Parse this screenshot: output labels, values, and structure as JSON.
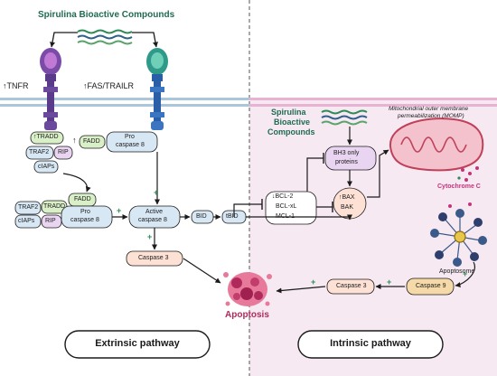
{
  "diagram": {
    "title_left": "Spirulina Bioactive Compounds",
    "title_right_line1": "Spirulina",
    "title_right_line2": "Bioactive",
    "title_right_line3": "Compounds",
    "receptor_left": "↑TNFR",
    "receptor_right": "↑FAS/TRAILR",
    "tradd_top": "↑TRADD",
    "traf2_top": "TRAF2",
    "rip_top": "RIP",
    "ciaps_top": "cIAPs",
    "fadd_top_arrow": "↑",
    "fadd_top": "FADD",
    "pro_casp8_top_1": "Pro",
    "pro_casp8_top_2": "caspase 8",
    "traf2_bottom": "TRAF2",
    "tradd_bottom": "TRADD",
    "fadd_bottom": "FADD",
    "ciaps_bottom": "cIAPs",
    "rip_bottom": "RIP",
    "pro_casp8_bottom_1": "Pro",
    "pro_casp8_bottom_2": "caspase 8",
    "active_casp8_1": "Active",
    "active_casp8_2": "caspase 8",
    "bid": "BID",
    "tbid": "tBID",
    "caspase3_left": "Caspase  3",
    "apoptosis": "Apoptosis",
    "bcl_1": "↓BCL-2",
    "bcl_2": "BCL-xL",
    "bcl_3": "MCL-1",
    "bh3_1": "BH3 only",
    "bh3_2": "proteins",
    "bax_1": "↑BAX",
    "bax_2": "BAK",
    "momp_1": "Mitochondrial outer membrane",
    "momp_2": "permeabilization (MOMP)",
    "cytochrome": "Cytochrome C",
    "apoptosome": "Apoptosome",
    "caspase9": "Caspase 9",
    "caspase3_right": "Caspase  3",
    "extrinsic": "Extrinsic pathway",
    "intrinsic": "Intrinsic pathway",
    "plus": "+"
  },
  "colors": {
    "intrinsic_bg": "#f6e9f2",
    "membrane_blue": "#a9c6dc",
    "membrane_pink": "#e8b3d2",
    "green_box": "#d9efc8",
    "blue_box": "#d7e7f4",
    "peach_box": "#fde1d4",
    "orange_box": "#f6d9a8",
    "lilac_box": "#e9d5f1",
    "apoptosis_red": "#b0295b",
    "title_green": "#1f6b52",
    "cyto_pink": "#c2357a"
  }
}
